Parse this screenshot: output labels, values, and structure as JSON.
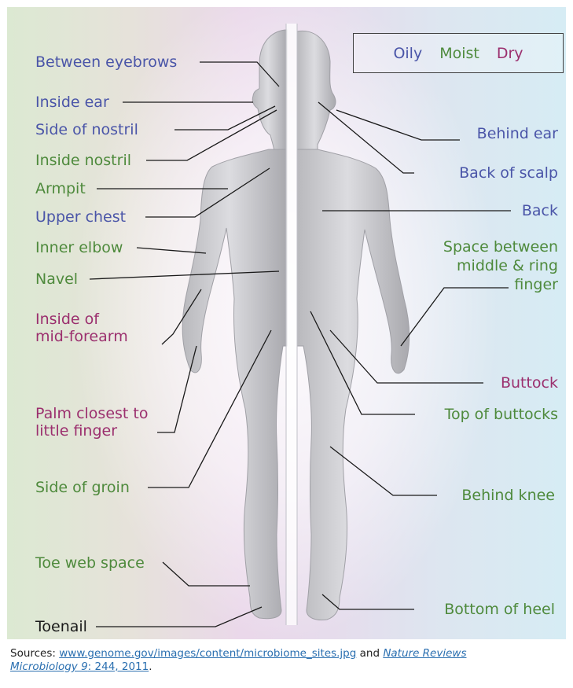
{
  "legend": {
    "oily": "Oily",
    "moist": "Moist",
    "dry": "Dry"
  },
  "colors": {
    "oily": "#4a55a8",
    "moist": "#4e8a3c",
    "dry": "#9b2f6e",
    "plain": "#1a1a1a"
  },
  "labels": {
    "between_eyebrows": "Between eyebrows",
    "inside_ear": "Inside ear",
    "side_of_nostril": "Side of nostril",
    "inside_nostril": "Inside nostril",
    "armpit": "Armpit",
    "upper_chest": "Upper chest",
    "inner_elbow": "Inner elbow",
    "navel": "Navel",
    "inside_mid_forearm_1": "Inside of",
    "inside_mid_forearm_2": "mid-forearm",
    "palm_1": "Palm closest to",
    "palm_2": "little finger",
    "side_of_groin": "Side of groin",
    "toe_web_space": "Toe web space",
    "toenail": "Toenail",
    "behind_ear": "Behind ear",
    "back_of_scalp": "Back of scalp",
    "back": "Back",
    "finger_space_1": "Space between",
    "finger_space_2": "middle & ring",
    "finger_space_3": "finger",
    "buttock": "Buttock",
    "top_of_buttocks": "Top of buttocks",
    "behind_knee": "Behind knee",
    "bottom_of_heel": "Bottom of heel"
  },
  "sources": {
    "prefix": "Sources: ",
    "link1": "www.genome.gov/images/content/microbiome_sites.jpg",
    "and": " and ",
    "link2_a": "Nature Reviews",
    "link2_b": "Microbiology 9",
    "link2_c": ": 244, 2011",
    "suffix": "."
  }
}
